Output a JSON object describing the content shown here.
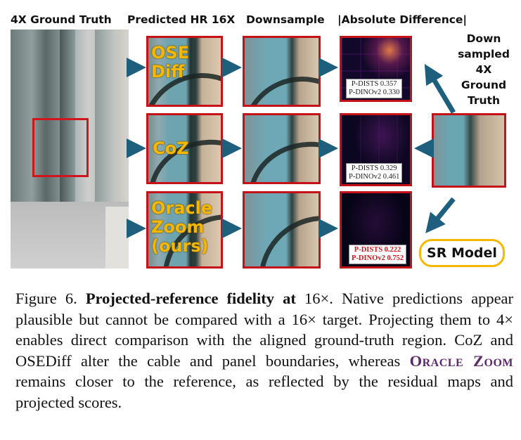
{
  "figure": {
    "headers": {
      "ground_truth": "4X Ground Truth",
      "predicted": "Predicted HR 16X",
      "downsample": "Downsample",
      "abs_diff": "|Absolute Difference|"
    },
    "rows": [
      {
        "method": "OSE Diff",
        "method_lines": [
          "OSE",
          "Diff"
        ],
        "dists": "P-DISTS 0.357",
        "dino": "P-DINOv2 0.330",
        "best": false
      },
      {
        "method": "CoZ",
        "method_lines": [
          "CoZ"
        ],
        "dists": "P-DISTS 0.329",
        "dino": "P-DINOv2 0.461",
        "best": false
      },
      {
        "method": "Oracle Zoom (ours)",
        "method_lines": [
          "Oracle",
          "Zoom",
          "(ours)"
        ],
        "dists": "P-DISTS 0.222",
        "dino": "P-DINOv2 0.752",
        "best": true
      }
    ],
    "downsampled_gt_label": [
      "Down",
      "sampled",
      "4X",
      "Ground",
      "Truth"
    ],
    "sr_model_label": "SR Model",
    "colors": {
      "border": "#c41218",
      "method_text": "#f5b800",
      "arrow": "#1f5f7e",
      "best_score": "#d4141a"
    }
  },
  "caption": {
    "label": "Figure 6.",
    "title": "Projected-reference fidelity at",
    "factor": "16×.",
    "text1": "Native predictions appear plausible but cannot be compared with a 16× target. Projecting them to 4× enables direct comparison with the aligned ground-truth region. CoZ and OSEDiff alter the cable and panel boundaries, whereas",
    "method_name": "Oracle Zoom",
    "text2": "remains closer to the reference, as reflected by the residual maps and projected scores."
  }
}
